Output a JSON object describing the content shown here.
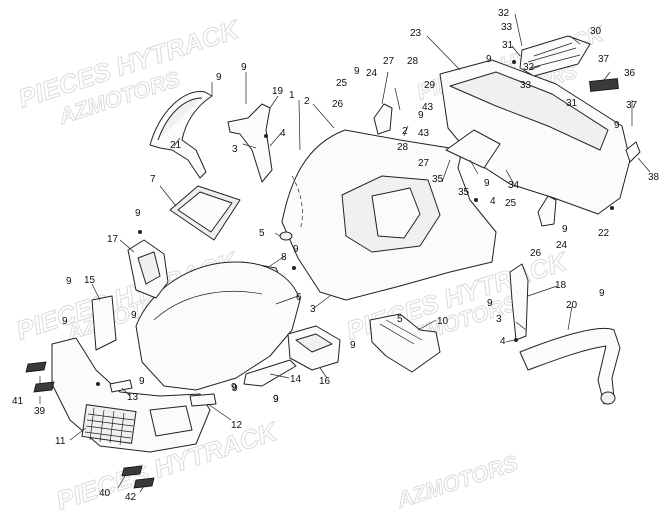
{
  "watermarks": [
    "PIECES HYTRACK",
    "AZMOTORS",
    "PIECES HYTRACK",
    "AZMOTORS",
    "PIECES HYTRACK",
    "AZMOTORS",
    "PIECES HYTRACK",
    "AZMOTORS",
    "PIECES HYTRACK",
    "AZMOTORS"
  ],
  "callouts": [
    "1",
    "2",
    "2",
    "3",
    "3",
    "3",
    "4",
    "4",
    "4",
    "5",
    "5",
    "6",
    "7",
    "8",
    "9",
    "9",
    "9",
    "9",
    "9",
    "9",
    "9",
    "9",
    "9",
    "9",
    "9",
    "9",
    "9",
    "9",
    "9",
    "9",
    "9",
    "9",
    "9",
    "9",
    "9",
    "10",
    "11",
    "12",
    "13",
    "14",
    "15",
    "16",
    "17",
    "18",
    "19",
    "20",
    "21",
    "22",
    "23",
    "24",
    "24",
    "25",
    "25",
    "26",
    "26",
    "27",
    "27",
    "28",
    "28",
    "29",
    "30",
    "31",
    "31",
    "32",
    "32",
    "33",
    "33",
    "34",
    "35",
    "35",
    "36",
    "37",
    "37",
    "38",
    "39",
    "40",
    "41",
    "42",
    "43",
    "43"
  ],
  "colors": {
    "line": "#222222",
    "watermark": "#d8d8d8",
    "background": "#ffffff"
  }
}
